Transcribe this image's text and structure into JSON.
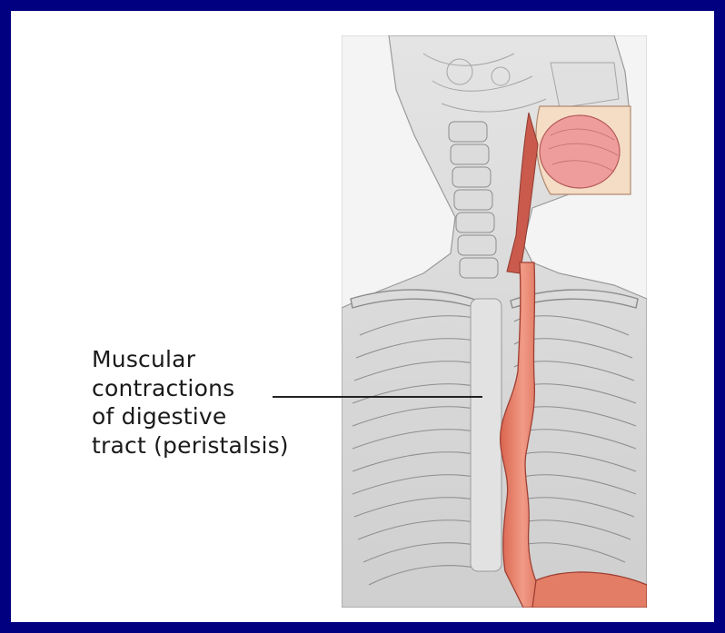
{
  "slide": {
    "frame_color": "#000080",
    "content_background": "#ffffff"
  },
  "diagram": {
    "subject": "esophagus-peristalsis-anatomy",
    "colors": {
      "tract": "#e8806a",
      "tract_dark": "#c85a48",
      "bone": "#d6d6d6",
      "line": "#9a9a9a",
      "tongue": "#f0a0a0"
    },
    "callout": {
      "lines": [
        "Muscular",
        "contractions",
        "of digestive",
        "tract (peristalsis)"
      ]
    }
  }
}
